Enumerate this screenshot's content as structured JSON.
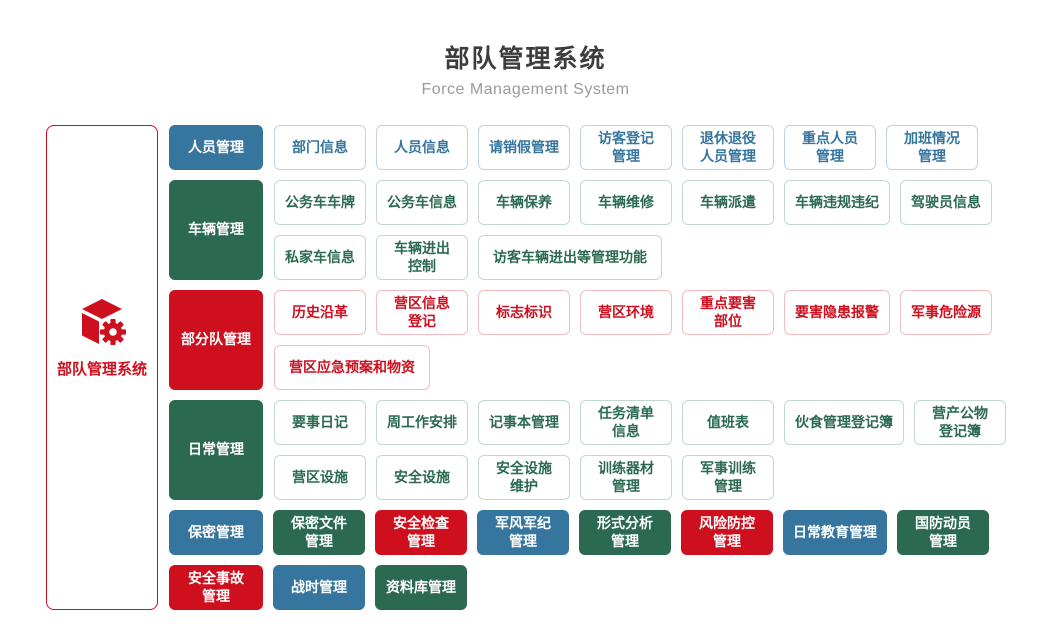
{
  "page": {
    "title": "部队管理系统",
    "subtitle": "Force Management System"
  },
  "root": {
    "label": "部队管理系统",
    "icon": "cube-gear-icon"
  },
  "colors": {
    "blue": "#36759E",
    "blue_border": "#BCD4E5",
    "green": "#2B6A50",
    "green_border": "#C2DACE",
    "red": "#CE0F1E",
    "red_border": "#F3BCC0"
  },
  "groups": [
    {
      "id": "personnel",
      "label": "人员管理",
      "theme": "blue",
      "rows": [
        [
          "部门信息",
          "人员信息",
          "请销假管理",
          "访客登记\n管理",
          "退休退役\n人员管理",
          "重点人员\n管理",
          "加班情况\n管理"
        ]
      ]
    },
    {
      "id": "vehicles",
      "label": "车辆管理",
      "theme": "green",
      "rows": [
        [
          "公务车车牌",
          "公务车信息",
          "车辆保养",
          "车辆维修",
          "车辆派遣",
          "车辆违规违纪",
          "驾驶员信息"
        ],
        [
          "私家车信息",
          "车辆进出\n控制",
          "访客车辆进出等管理功能"
        ]
      ]
    },
    {
      "id": "subunits",
      "label": "部分队管理",
      "theme": "red",
      "rows": [
        [
          "历史沿革",
          "营区信息\n登记",
          "标志标识",
          "营区环境",
          "重点要害\n部位",
          "要害隐患报警",
          "军事危险源"
        ],
        [
          "营区应急预案和物资"
        ]
      ]
    },
    {
      "id": "daily",
      "label": "日常管理",
      "theme": "green",
      "rows": [
        [
          "要事日记",
          "周工作安排",
          "记事本管理",
          "任务清单\n信息",
          "值班表",
          "伙食管理登记簿",
          "营产公物\n登记簿"
        ],
        [
          "营区设施",
          "安全设施",
          "安全设施\n维护",
          "训练器材\n管理",
          "军事训练\n管理"
        ]
      ]
    }
  ],
  "solid_rows": [
    [
      {
        "label": "保密管理",
        "theme": "blue"
      },
      {
        "label": "保密文件\n管理",
        "theme": "green"
      },
      {
        "label": "安全检查\n管理",
        "theme": "red"
      },
      {
        "label": "军风军纪\n管理",
        "theme": "blue"
      },
      {
        "label": "形式分析\n管理",
        "theme": "green"
      },
      {
        "label": "风险防控\n管理",
        "theme": "red"
      },
      {
        "label": "日常教育管理",
        "theme": "blue"
      },
      {
        "label": "国防动员\n管理",
        "theme": "green"
      }
    ],
    [
      {
        "label": "安全事故\n管理",
        "theme": "red"
      },
      {
        "label": "战时管理",
        "theme": "blue"
      },
      {
        "label": "资料库管理",
        "theme": "green"
      }
    ]
  ]
}
